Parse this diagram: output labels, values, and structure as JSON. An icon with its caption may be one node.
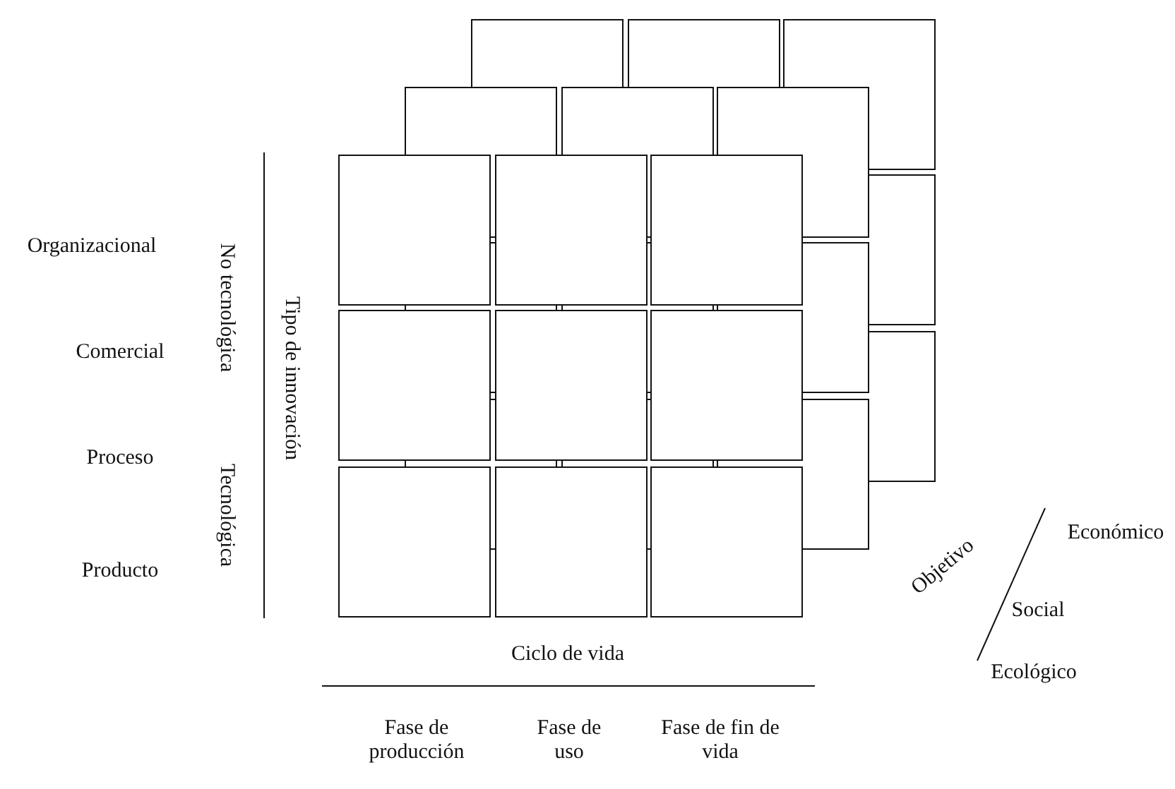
{
  "diagram": {
    "labels": [
      "Organizacional",
      "No tecnológica",
      "Tipo de innovación",
      "Comercial",
      "Proceso",
      "Tecnológica",
      "Producto",
      "Económico",
      "Objetivo",
      "Social",
      "Ecológico",
      "Ciclo de vida",
      "Fase de producción",
      "Fase de uso",
      "Fase de fin de vida"
    ]
  }
}
